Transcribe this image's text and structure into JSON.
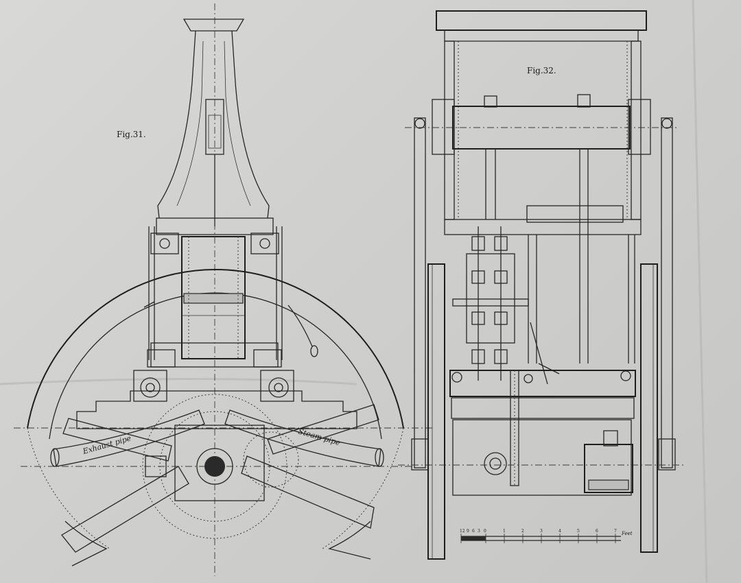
{
  "figures": {
    "fig31": {
      "label": "Fig.31."
    },
    "fig32": {
      "label": "Fig.32."
    }
  },
  "annotations": {
    "exhaust": "Exhaust pipe",
    "steam": "Steam pipe",
    "scale_unit": "Feet",
    "scale_numbers": [
      "12",
      "9",
      "6",
      "3",
      "0",
      "1",
      "2",
      "3",
      "4",
      "5",
      "6",
      "7"
    ]
  },
  "colors": {
    "paper": "#d2d2d0",
    "ink": "#262626"
  }
}
